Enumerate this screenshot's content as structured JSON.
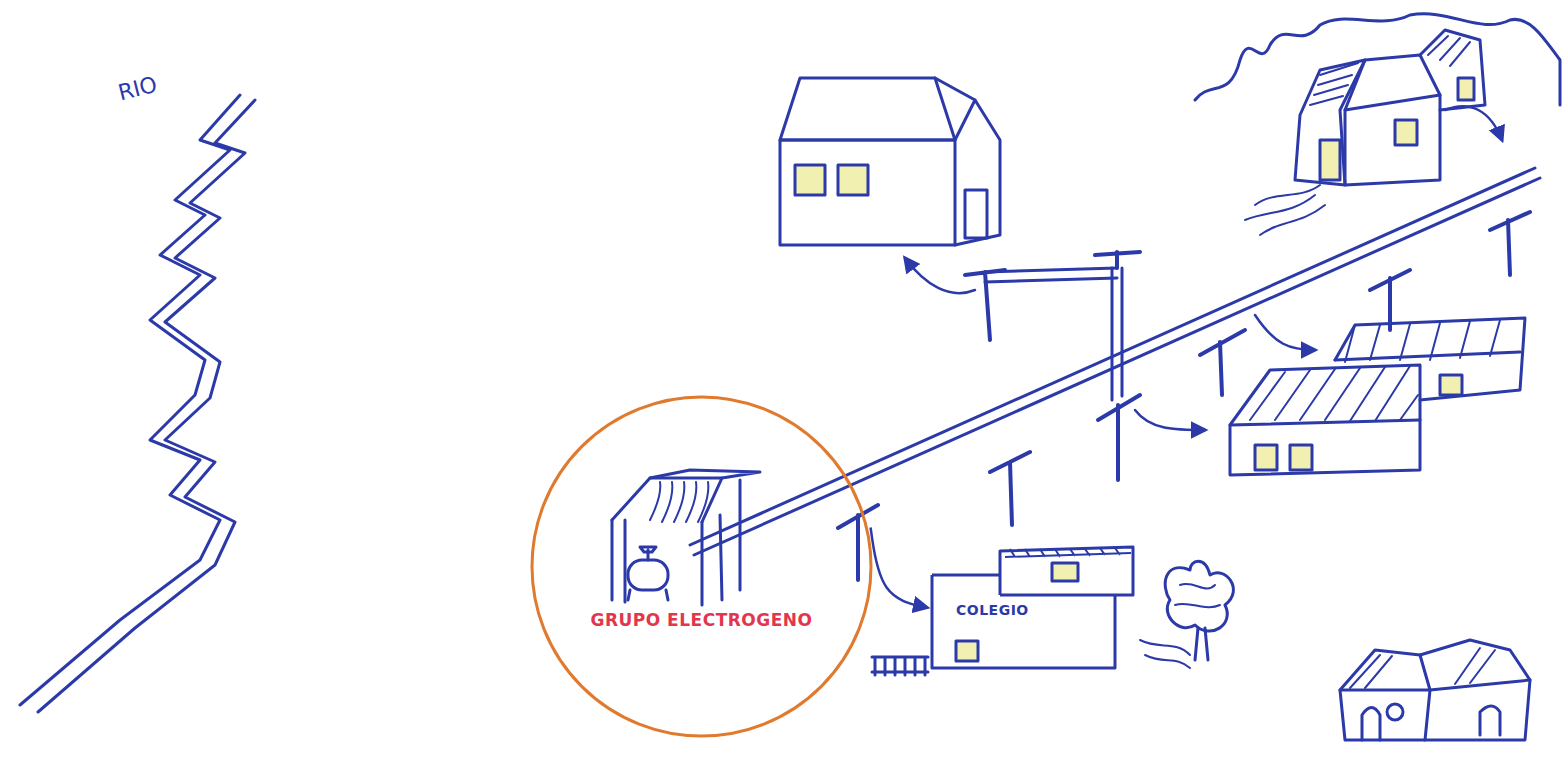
{
  "diagram": {
    "nodes": [
      {
        "text": [
          "GRUPO ELECTROGENO"
        ]
      },
      {
        "text": [
          "COLEGIO"
        ]
      }
    ],
    "edges": [
      {
        "from": 0,
        "to": 1,
        "arrow": "to"
      }
    ],
    "labels": [
      "RIO"
    ]
  }
}
